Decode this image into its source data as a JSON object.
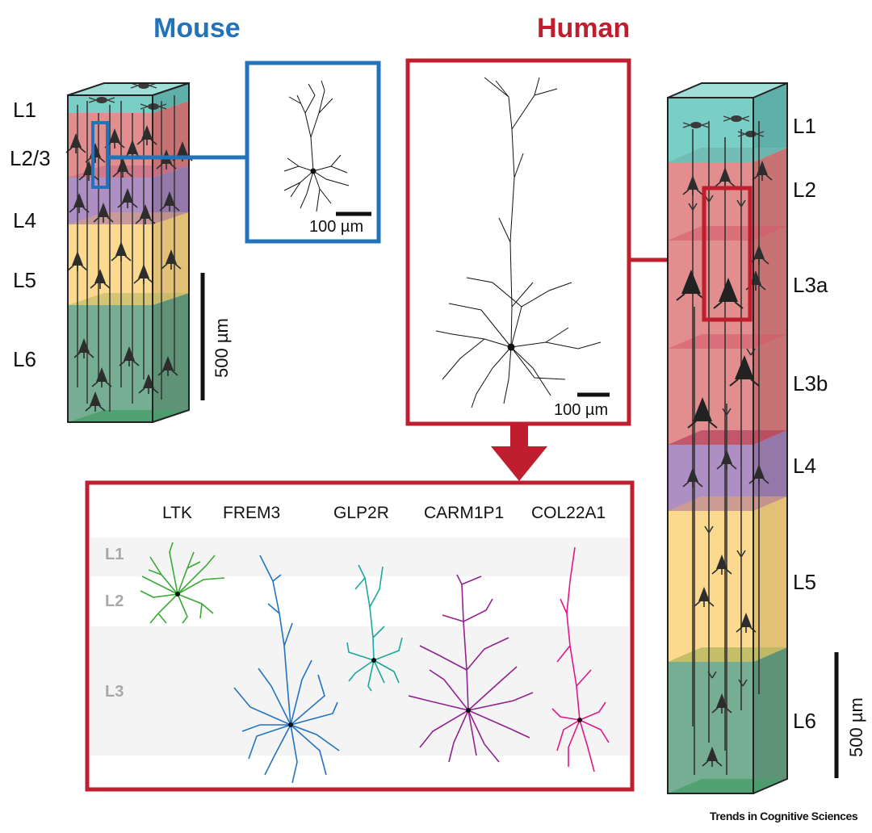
{
  "titles": {
    "mouse": "Mouse",
    "human": "Human"
  },
  "colors": {
    "mouse": "#2273b9",
    "human": "#bf1e2e",
    "ltk": "#3aa935",
    "frem3": "#2273c1",
    "glp2r": "#1aa99b",
    "carm1p1": "#93228f",
    "col22a1": "#e0198a"
  },
  "mouse_layers": [
    "L1",
    "L2/3",
    "L4",
    "L5",
    "L6"
  ],
  "human_layers": [
    "L1",
    "L2",
    "L3a",
    "L3b",
    "L4",
    "L5",
    "L6"
  ],
  "scale_bars": {
    "inset": "100 µm",
    "column": "500 µm"
  },
  "genes": [
    "LTK",
    "FREM3",
    "GLP2R",
    "CARM1P1",
    "COL22A1"
  ],
  "gene_layers": [
    "L1",
    "L2",
    "L3"
  ],
  "credit": "Trends in Cognitive Sciences"
}
